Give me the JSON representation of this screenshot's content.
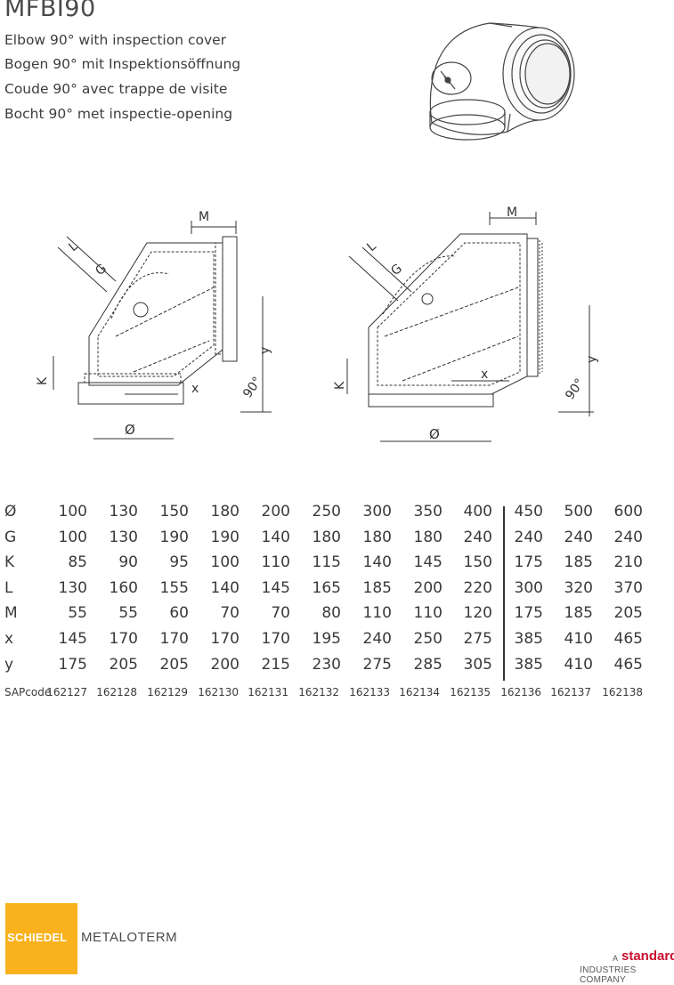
{
  "header": {
    "title": "MFBI90",
    "subtitles": [
      "Elbow 90° with inspection cover",
      "Bogen 90° mit Inspektionsöffnung",
      "Coude 90° avec trappe de visite",
      "Bocht 90° met inspectie-opening"
    ]
  },
  "drawing_left": {
    "labels": {
      "M": "M",
      "L": "L",
      "G": "G",
      "K": "K",
      "x": "x",
      "y": "y",
      "angle": "90°",
      "dia": "Ø"
    }
  },
  "drawing_right": {
    "labels": {
      "M": "M",
      "L": "L",
      "G": "G",
      "K": "K",
      "x": "x",
      "y": "y",
      "angle": "90°",
      "dia": "Ø"
    }
  },
  "table": {
    "rows": [
      {
        "label": "Ø",
        "values": [
          "100",
          "130",
          "150",
          "180",
          "200",
          "250",
          "300",
          "350",
          "400",
          "450",
          "500",
          "600"
        ]
      },
      {
        "label": "G",
        "values": [
          "100",
          "130",
          "190",
          "190",
          "140",
          "180",
          "180",
          "180",
          "240",
          "240",
          "240",
          "240"
        ]
      },
      {
        "label": "K",
        "values": [
          "85",
          "90",
          "95",
          "100",
          "110",
          "115",
          "140",
          "145",
          "150",
          "175",
          "185",
          "210"
        ]
      },
      {
        "label": "L",
        "values": [
          "130",
          "160",
          "155",
          "140",
          "145",
          "165",
          "185",
          "200",
          "220",
          "300",
          "320",
          "370"
        ]
      },
      {
        "label": "M",
        "values": [
          "55",
          "55",
          "60",
          "70",
          "70",
          "80",
          "110",
          "110",
          "120",
          "175",
          "185",
          "205"
        ]
      },
      {
        "label": "x",
        "values": [
          "145",
          "170",
          "170",
          "170",
          "170",
          "195",
          "240",
          "250",
          "275",
          "385",
          "410",
          "465"
        ]
      },
      {
        "label": "y",
        "values": [
          "175",
          "205",
          "205",
          "200",
          "215",
          "230",
          "275",
          "285",
          "305",
          "385",
          "410",
          "465"
        ]
      }
    ],
    "sap": {
      "label": "SAPcode",
      "values": [
        "162127",
        "162128",
        "162129",
        "162130",
        "162131",
        "162132",
        "162133",
        "162134",
        "162135",
        "162136",
        "162137",
        "162138"
      ]
    }
  },
  "footer": {
    "schiedel": "SCHIEDEL",
    "metaloterm": "METALOTERM",
    "a": "A",
    "standard": "standard",
    "company": "INDUSTRIES COMPANY",
    "brand_color": "#f9b21d",
    "standard_color": "#c8102e"
  }
}
